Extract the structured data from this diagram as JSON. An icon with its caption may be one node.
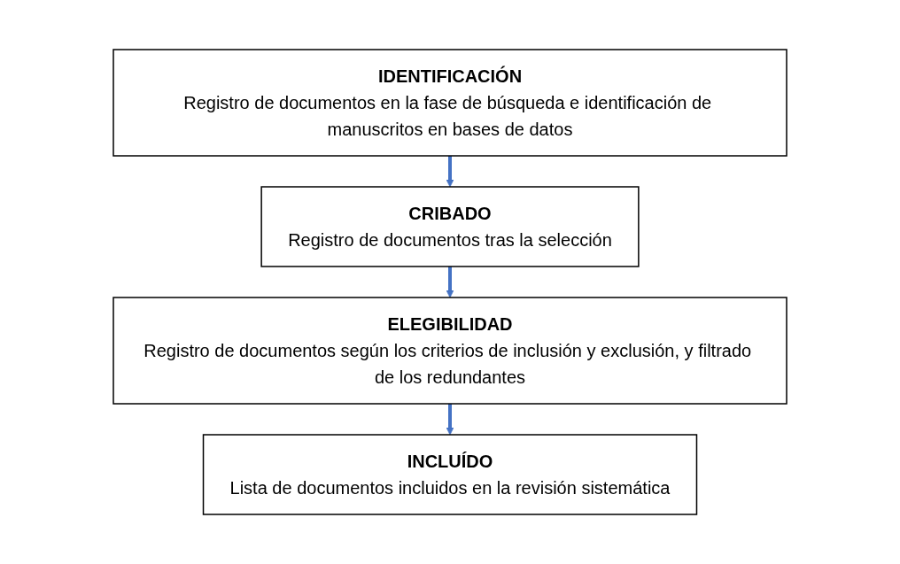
{
  "diagram": {
    "nodes": [
      {
        "text": [
          "IDENTIFICACIÓN",
          "Registro de documentos en la fase de búsqueda e identificación de manuscritos en bases de datos"
        ]
      },
      {
        "text": [
          "CRIBADO",
          "Registro de documentos tras la selección"
        ]
      },
      {
        "text": [
          "ELEGIBILIDAD",
          "Registro de documentos según los criterios de inclusión y exclusión, y filtrado de los redundantes"
        ]
      },
      {
        "text": [
          "INCLUÍDO",
          "Lista de documentos incluidos en la revisión sistemática"
        ]
      }
    ],
    "edges": [
      {
        "from": 0,
        "to": 1,
        "arrow": "to"
      },
      {
        "from": 1,
        "to": 2,
        "arrow": "to"
      },
      {
        "from": 2,
        "to": 3,
        "arrow": "to"
      }
    ]
  }
}
